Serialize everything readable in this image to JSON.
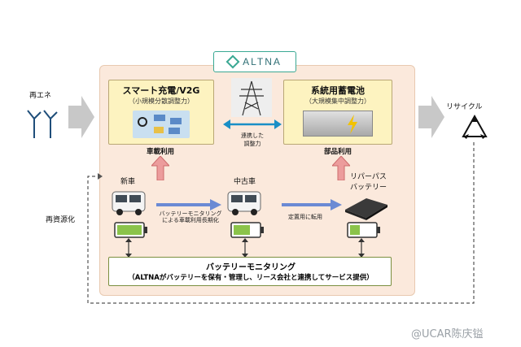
{
  "logo": "ALTNA",
  "left": {
    "label": "再エネ"
  },
  "right": {
    "label": "リサイクル"
  },
  "left_side": {
    "label": "再資源化"
  },
  "smart_charge": {
    "title": "スマート充電/V2G",
    "subtitle": "（小規模分散調整力）"
  },
  "grid_storage": {
    "title": "系統用蓄電池",
    "subtitle": "（大規模集中調整力）"
  },
  "center": {
    "line1": "連携した",
    "line2": "調整力"
  },
  "vehicle_use": "車載利用",
  "parts_use": "部品利用",
  "new_car": "新車",
  "used_car": "中古車",
  "reuse": {
    "line1": "リパーパス",
    "line2": "バッテリー"
  },
  "arrow1": {
    "line1": "バッテリーモニタリング",
    "line2": "による車載利用長期化"
  },
  "arrow2": "定置用に転用",
  "monitoring": {
    "title": "バッテリーモニタリング",
    "desc": "（ALTNAがバッテリーを保有・管理し、リース会社と連携してサービス提供）"
  },
  "watermark": "@UCAR陈庆镒",
  "colors": {
    "accent": "#3aa893",
    "panel": "#fbe9dc",
    "yellow": "#fdf3c0",
    "arrow_red": "#e57373",
    "battery_green": "#8bc34a"
  }
}
